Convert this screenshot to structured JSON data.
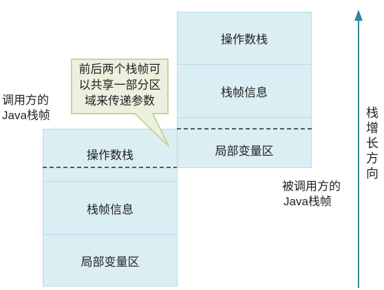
{
  "caller": {
    "label_line1": "调用方的",
    "label_line2": "Java栈帧",
    "frames": {
      "operand_stack": "操作数栈",
      "frame_info": "栈帧信息",
      "local_vars": "局部变量区"
    }
  },
  "callee": {
    "label_line1": "被调用方的",
    "label_line2": "Java栈帧",
    "frames": {
      "operand_stack": "操作数栈",
      "frame_info": "栈帧信息",
      "local_vars": "局部变量区"
    }
  },
  "callout": {
    "line1": "前后两个栈帧可",
    "line2": "以共享一部分区",
    "line3": "域来传递参数"
  },
  "growth_axis": {
    "chars": [
      "栈",
      "增",
      "长",
      "方",
      "向"
    ]
  },
  "colors": {
    "frame_fill": "#daeef3",
    "callout_fill": "#ebf1de",
    "callout_border": "#c3d69b",
    "arrow": "#31859c"
  }
}
